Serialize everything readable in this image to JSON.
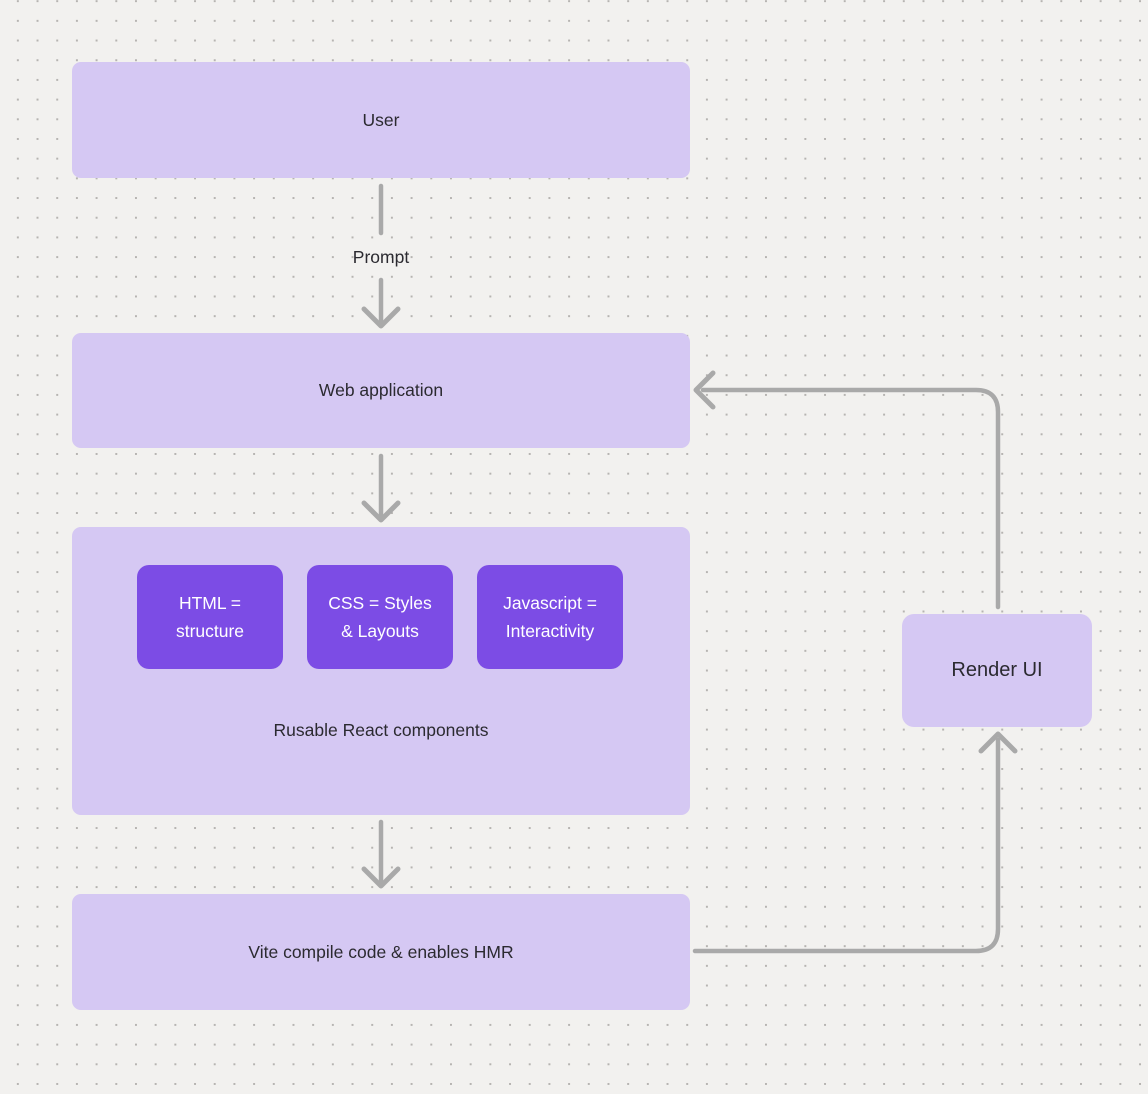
{
  "diagram": {
    "nodes": {
      "user": {
        "label": "User"
      },
      "web_application": {
        "label": "Web application"
      },
      "components_group": {
        "caption": "Rusable React components",
        "children": {
          "html": {
            "label": "HTML =\nstructure"
          },
          "css": {
            "label": "CSS = Styles\n& Layouts"
          },
          "javascript": {
            "label": "Javascript =\nInteractivity"
          }
        }
      },
      "vite": {
        "label": "Vite compile code & enables HMR"
      },
      "render_ui": {
        "label": "Render UI"
      }
    },
    "edges": {
      "user_to_web_application": {
        "label": "Prompt"
      },
      "connections": [
        {
          "from": "user",
          "to": "web_application",
          "label": "Prompt"
        },
        {
          "from": "web_application",
          "to": "components_group",
          "label": ""
        },
        {
          "from": "components_group",
          "to": "vite",
          "label": ""
        },
        {
          "from": "vite",
          "to": "render_ui",
          "label": ""
        },
        {
          "from": "render_ui",
          "to": "web_application",
          "label": ""
        }
      ]
    },
    "colors": {
      "background": "#f2f1ef",
      "grid_dot": "#b6b4b1",
      "node_fill": "#d5c8f3",
      "inner_node_fill": "#7c4ce5",
      "inner_node_text": "#ffffff",
      "node_text": "#2b2a30",
      "connector": "#a9a9a9"
    }
  }
}
